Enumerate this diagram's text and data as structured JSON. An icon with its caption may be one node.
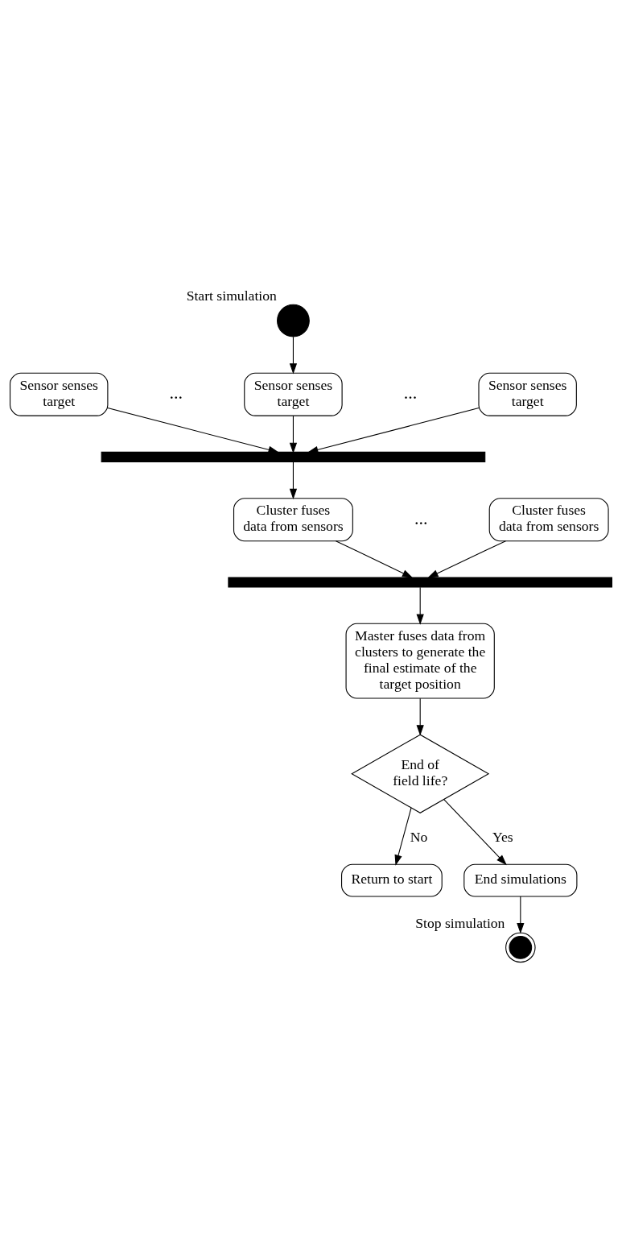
{
  "diagram": {
    "nodes": [
      {
        "text": [],
        "shape": "circle",
        "beside": [
          "Start simulation"
        ]
      },
      {
        "text": [
          "Sensor senses target"
        ]
      },
      {
        "text": [
          "Sensor senses target"
        ]
      },
      {
        "text": [
          "Sensor senses target"
        ]
      },
      {
        "text": [],
        "shape": "bar"
      },
      {
        "text": [
          "Cluster fuses data from sensors"
        ]
      },
      {
        "text": [
          "Cluster fuses data from sensors"
        ]
      },
      {
        "text": [],
        "shape": "bar"
      },
      {
        "text": [
          "Master fuses data from clusters to generate the final estimate of the target position"
        ]
      },
      {
        "text": [
          "End of field life?"
        ]
      },
      {
        "text": [
          "Return to start"
        ]
      },
      {
        "text": [
          "End simulations"
        ]
      },
      {
        "text": [],
        "shape": "circle",
        "beside": [
          "Stop simulation"
        ]
      }
    ],
    "edges": [
      {
        "from": 0,
        "to": 2,
        "arrow": "to"
      },
      {
        "from": 1,
        "to": 4,
        "arrow": "to"
      },
      {
        "from": 2,
        "to": 4,
        "arrow": "to"
      },
      {
        "from": 3,
        "to": 4,
        "arrow": "to"
      },
      {
        "from": 4,
        "to": 5,
        "arrow": "to"
      },
      {
        "from": 5,
        "to": 7,
        "arrow": "to"
      },
      {
        "from": 6,
        "to": 7,
        "arrow": "to"
      },
      {
        "from": 7,
        "to": 8,
        "arrow": "to"
      },
      {
        "from": 8,
        "to": 9,
        "arrow": "to"
      },
      {
        "from": 9,
        "to": 10,
        "arrow": "to",
        "label": "No"
      },
      {
        "from": 9,
        "to": 11,
        "arrow": "to",
        "label": "Yes"
      },
      {
        "from": 11,
        "to": 12,
        "arrow": "to"
      }
    ],
    "labels": [
      "...",
      "...",
      "..."
    ]
  }
}
